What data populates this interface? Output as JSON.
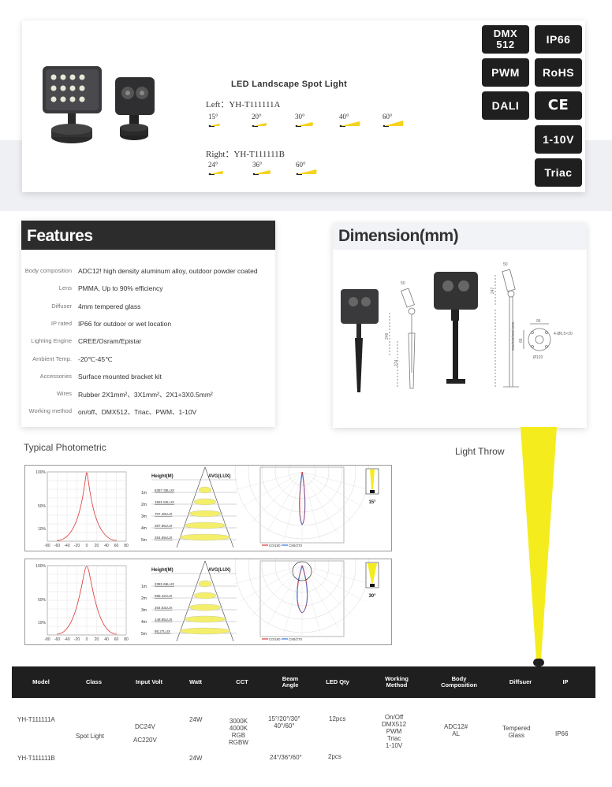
{
  "product": {
    "title": "LED Landscape Spot Light",
    "left_model": "Left：YH-T111111A",
    "right_model": "Right：YH-T111111B",
    "left_beams": [
      "15°",
      "20°",
      "30°",
      "40°",
      "60°"
    ],
    "right_beams": [
      "24°",
      "36°",
      "60°"
    ]
  },
  "badges": {
    "dmx": "DMX\n512",
    "ip66": "IP66",
    "pwm": "PWM",
    "rohs": "RoHS",
    "dali": "DALI",
    "ce": "CE",
    "v110": "1-10V",
    "triac": "Triac"
  },
  "features": {
    "title": "Features",
    "rows": [
      {
        "k": "Body composition",
        "v": "ADC12!  high density aluminum alloy, outdoor powder coated"
      },
      {
        "k": "Lens",
        "v": "PMMA, Up to 90% efficiency"
      },
      {
        "k": "Diffuser",
        "v": "4mm tempered glass"
      },
      {
        "k": "IP rated",
        "v": "IP66 for outdoor or wet location"
      },
      {
        "k": "Lighting Engine",
        "v": "CREE/Osram/Epistar"
      },
      {
        "k": "Ambient Temp.",
        "v": "-20℃-45℃"
      },
      {
        "k": "Accessories",
        "v": "Surface mounted bracket kit"
      },
      {
        "k": "Wires",
        "v": "Rubber 2X1mm²、3X1mm²、2X1+3X0.5mm²"
      },
      {
        "k": "Working method",
        "v": "on/off、DMX512、Triac、PWM、1-10V"
      }
    ]
  },
  "dimension": {
    "title": "Dimension(mm)",
    "labels": [
      "50",
      "246",
      "274",
      "247",
      "300/500/800/1000",
      "95",
      "4-Ø6.5×20",
      "66",
      "Ø120"
    ]
  },
  "photometric": {
    "title": "Typical Photometric",
    "light_throw": "Light Throw",
    "curve_y": [
      "100%",
      "50%",
      "10%"
    ],
    "curve_x": [
      "-80",
      "-60",
      "-40",
      "-20",
      "0",
      "20",
      "40",
      "60",
      "80"
    ],
    "col_height": "Height(M)",
    "col_avg": "AVG(LUX)",
    "heights": [
      "1m",
      "2m",
      "3m",
      "4m",
      "5m"
    ],
    "polar_legend": [
      "C0/180",
      "C90/270"
    ],
    "panels": [
      {
        "angle": "15°",
        "lux": [
          "6367.35LUX",
          "1591.84LUX",
          "707.48LUX",
          "397.96LUX",
          "254.69LUX"
        ]
      },
      {
        "angle": "30°",
        "lux": [
          "2381.66LUX",
          "595.42LUX",
          "264.63LUX",
          "148.85LUX",
          "95.27LUX"
        ]
      }
    ]
  },
  "table": {
    "headers": [
      "Model",
      "Class",
      "Input Volt",
      "Watt",
      "CCT",
      "Beam\nAngle",
      "LED Qty",
      "Working\nMethod",
      "Body\nComposition",
      "Diffsuer",
      "IP"
    ],
    "model_a": "YH-T111111A",
    "model_b": "YH-T111111B",
    "class": "Spot Light",
    "volt_1": "DC24V",
    "volt_2": "AC220V",
    "watt_a": "24W",
    "watt_b": "24W",
    "cct": "3000K\n4000K\nRGB\nRGBW",
    "beam_a": "15°/20°/30°\n40°/60°",
    "beam_b": "24°/36°/60°",
    "qty_a": "12pcs",
    "qty_b": "2pcs",
    "method": "On/Off\nDMX512\nPWM\nTriac\n1-10V",
    "body": "ADC12#\nAL",
    "diffuser": "Tempered\nGlass",
    "ip": "IP66"
  }
}
